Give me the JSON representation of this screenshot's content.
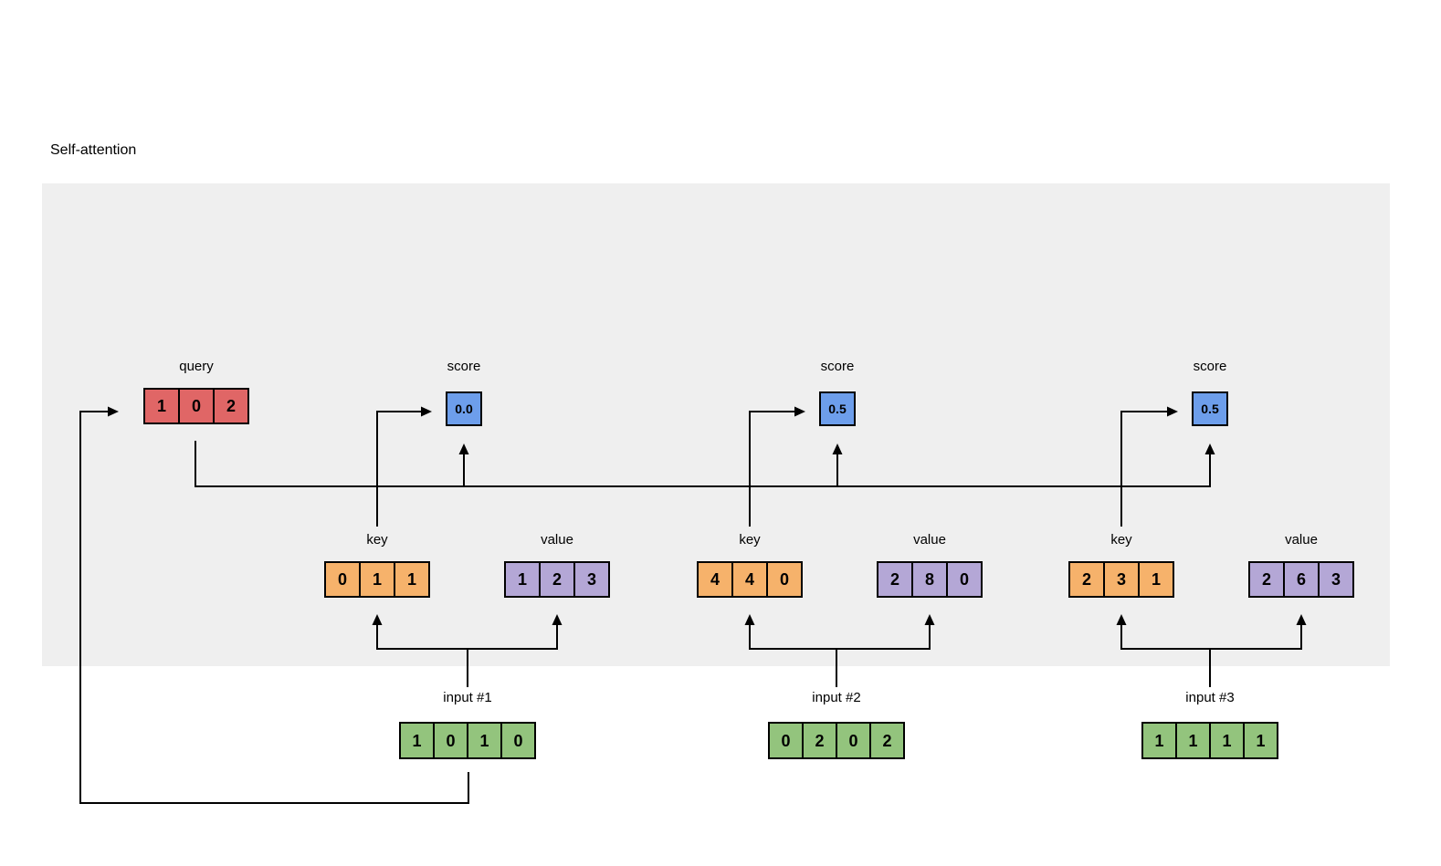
{
  "title": "Self-attention",
  "colors": {
    "panel": "#efefef",
    "query_fill": "#e06666",
    "score_fill": "#6d9eeb",
    "key_fill": "#f6b26b",
    "value_fill": "#b4a7d6",
    "input_fill": "#93c47d",
    "line": "#000000"
  },
  "query": {
    "label": "query",
    "cells": [
      "1",
      "0",
      "2"
    ]
  },
  "groups": [
    {
      "score": {
        "label": "score",
        "value": "0.0"
      },
      "key": {
        "label": "key",
        "cells": [
          "0",
          "1",
          "1"
        ]
      },
      "value": {
        "label": "value",
        "cells": [
          "1",
          "2",
          "3"
        ]
      },
      "input": {
        "label": "input #1",
        "cells": [
          "1",
          "0",
          "1",
          "0"
        ]
      }
    },
    {
      "score": {
        "label": "score",
        "value": "0.5"
      },
      "key": {
        "label": "key",
        "cells": [
          "4",
          "4",
          "0"
        ]
      },
      "value": {
        "label": "value",
        "cells": [
          "2",
          "8",
          "0"
        ]
      },
      "input": {
        "label": "input #2",
        "cells": [
          "0",
          "2",
          "0",
          "2"
        ]
      }
    },
    {
      "score": {
        "label": "score",
        "value": "0.5"
      },
      "key": {
        "label": "key",
        "cells": [
          "2",
          "3",
          "1"
        ]
      },
      "value": {
        "label": "value",
        "cells": [
          "2",
          "6",
          "3"
        ]
      },
      "input": {
        "label": "input #3",
        "cells": [
          "1",
          "1",
          "1",
          "1"
        ]
      }
    }
  ]
}
